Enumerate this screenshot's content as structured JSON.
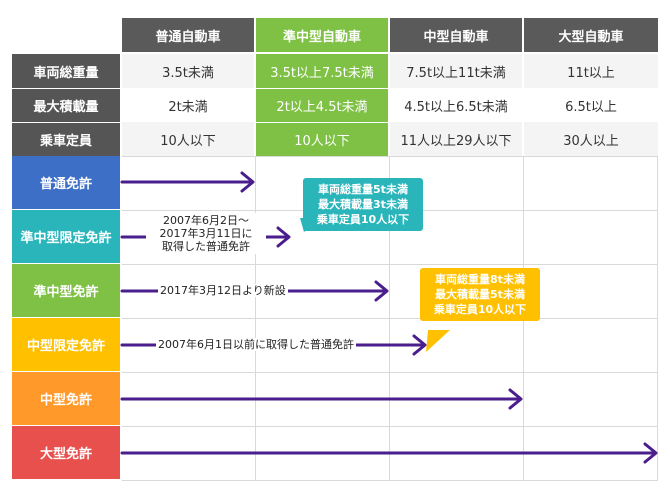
{
  "columns": [
    "普通自動車",
    "準中型自動車",
    "中型自動車",
    "大型自動車"
  ],
  "spec_rows": [
    {
      "label": "車両総重量",
      "values": [
        "3.5t未満",
        "3.5t以上7.5t未満",
        "7.5t以上11t未満",
        "11t以上"
      ]
    },
    {
      "label": "最大積載量",
      "values": [
        "2t未満",
        "2t以上4.5t未満",
        "4.5t以上6.5t未満",
        "6.5t以上"
      ]
    },
    {
      "label": "乗車定員",
      "values": [
        "10人以下",
        "10人以下",
        "11人以上29人以下",
        "30人以上"
      ]
    }
  ],
  "licenses": [
    {
      "label": "普通免許",
      "color": "#3d6fc6"
    },
    {
      "label": "準中型限定免許",
      "color": "#2ab5bb"
    },
    {
      "label": "準中型免許",
      "color": "#7ec144"
    },
    {
      "label": "中型限定免許",
      "color": "#ffc000"
    },
    {
      "label": "中型免許",
      "color": "#ff9a2a"
    },
    {
      "label": "大型免許",
      "color": "#e8504d"
    }
  ],
  "annotations": {
    "semi_limited": [
      "2007年6月2日〜",
      "2017年3月11日に",
      "取得した普通免許"
    ],
    "semi": "2017年3月12日より新設",
    "mid_limited": "2007年6月1日以前に取得した普通免許"
  },
  "bubbles": {
    "teal": [
      "車両総重量5t未満",
      "最大積載量3t未満",
      "乗車定員10人以下"
    ],
    "yellow": [
      "車両総重量8t未満",
      "最大積載量5t未満",
      "乗車定員10人以下"
    ]
  },
  "colors": {
    "header_dark": "#5a5a5a",
    "header_green": "#7ec144",
    "row_label": "#555555",
    "cell_light": "#f4f4f4",
    "cell_green": "#7ec144",
    "arrow": "#4a1e8c",
    "bubble_teal": "#2ab5bb",
    "bubble_yellow": "#ffc000"
  }
}
